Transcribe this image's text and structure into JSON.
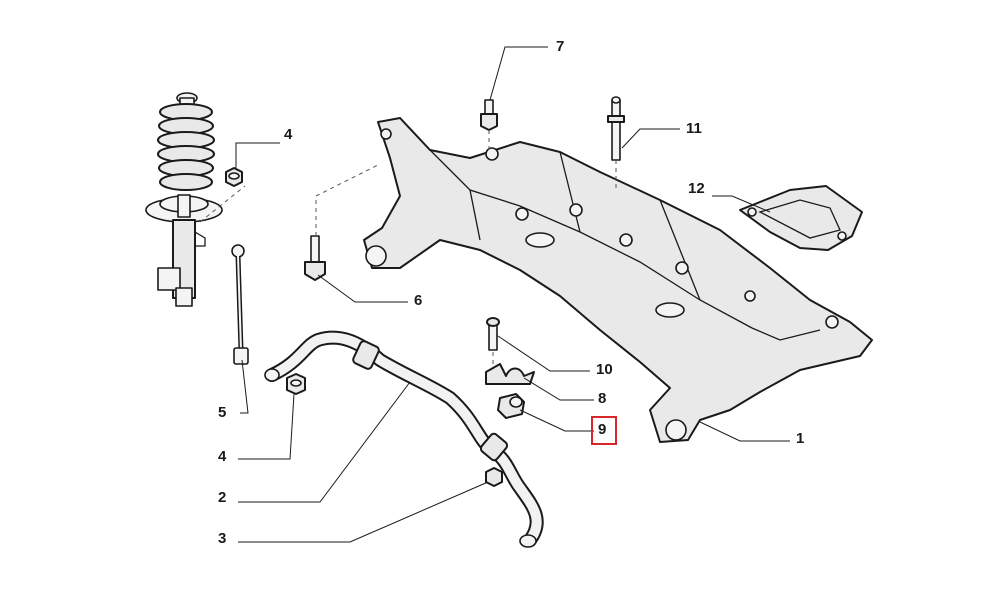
{
  "diagram": {
    "highlight_color": "#d8262b",
    "callouts": [
      {
        "id": "7",
        "text": "7"
      },
      {
        "id": "11",
        "text": "11"
      },
      {
        "id": "4a",
        "text": "4"
      },
      {
        "id": "12",
        "text": "12"
      },
      {
        "id": "6",
        "text": "6"
      },
      {
        "id": "10",
        "text": "10"
      },
      {
        "id": "8",
        "text": "8"
      },
      {
        "id": "9",
        "text": "9",
        "highlighted": true
      },
      {
        "id": "1",
        "text": "1"
      },
      {
        "id": "5",
        "text": "5"
      },
      {
        "id": "4b",
        "text": "4"
      },
      {
        "id": "2",
        "text": "2"
      },
      {
        "id": "3",
        "text": "3"
      }
    ]
  }
}
